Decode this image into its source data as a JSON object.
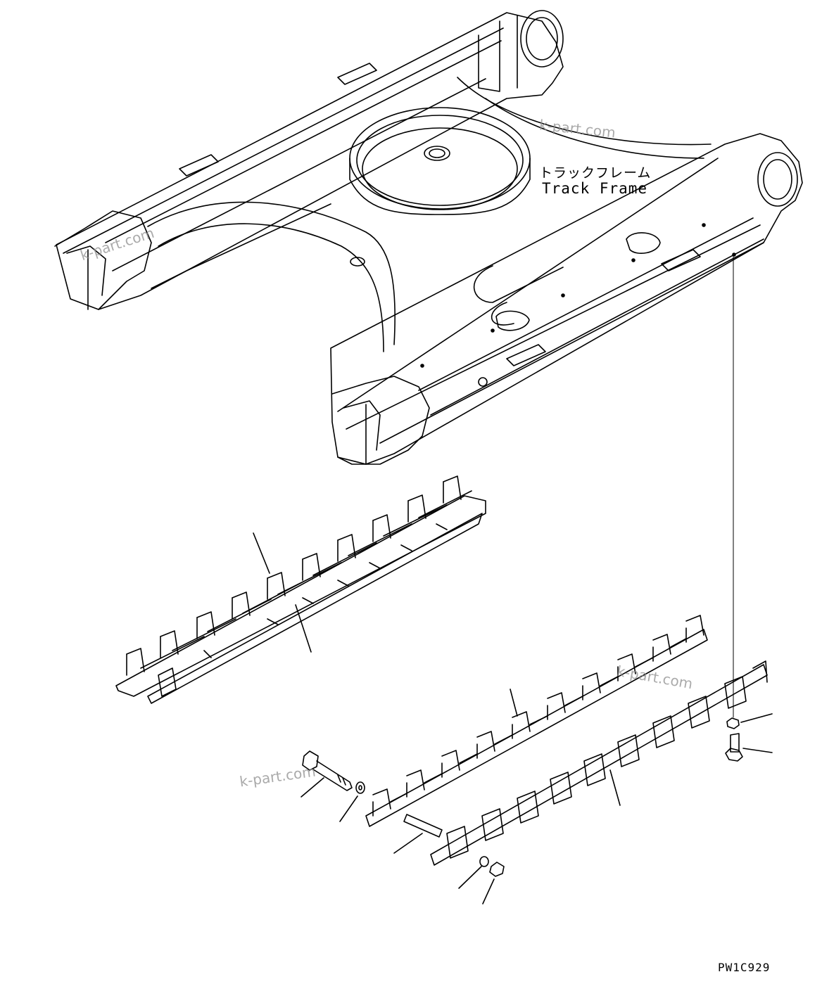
{
  "label": {
    "japanese": "トラックフレーム",
    "english": "Track Frame"
  },
  "drawing_code": "PW1C929",
  "watermark": "k-part.com"
}
